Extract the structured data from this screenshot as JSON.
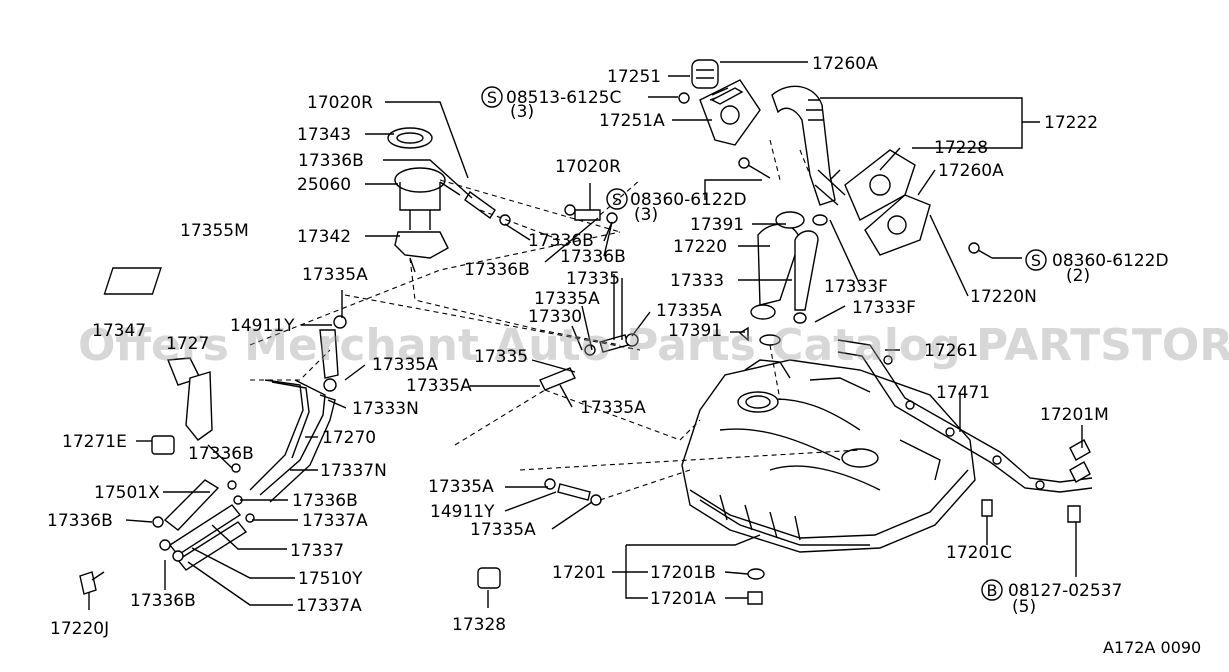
{
  "labels": {
    "p17260A_top": "17260A",
    "p17251": "17251",
    "p08513": "08513-6125C",
    "q3a": "(3)",
    "p17251A": "17251A",
    "p17222": "17222",
    "p17228": "17228",
    "p17260A_mid": "17260A",
    "p08360_a": "08360-6122D",
    "q3b": "(3)",
    "p17391_a": "17391",
    "p17220": "17220",
    "p17333": "17333",
    "p17333F_a": "17333F",
    "p08360_b": "08360-6122D",
    "q2": "(2)",
    "p17220N": "17220N",
    "p17333F_b": "17333F",
    "p17020R_a": "17020R",
    "p17343": "17343",
    "p17336B_a": "17336B",
    "p25060": "25060",
    "p17342": "17342",
    "p17355M": "17355M",
    "p17020R_b": "17020R",
    "p17336B_b": "17336B",
    "p17336B_c": "17336B",
    "p17336B_d": "17336B",
    "p17335": "17335",
    "p17335A_a": "17335A",
    "p17335A_b": "17335A",
    "p17330": "17330",
    "p17335A_c": "17335A",
    "p17391_b": "17391",
    "p14911Y_a": "14911Y",
    "p17335A_d": "17335A",
    "p17335_b": "17335",
    "p17335A_e": "17335A",
    "p17335A_f": "17335A",
    "p17333N": "17333N",
    "p17270": "17270",
    "p17337N": "17337N",
    "p17336B_e": "17336B",
    "p17337A_a": "17337A",
    "p17337": "17337",
    "p17510Y": "17510Y",
    "p17337A_b": "17337A",
    "p17336B_f": "17336B",
    "p17220J": "17220J",
    "p17501X": "17501X",
    "p17336B_g": "17336B",
    "p17271E": "17271E",
    "p17336B_h": "17336B",
    "p17347": "17347",
    "p1727x": "1727",
    "p17335A_g": "17335A",
    "p14911Y_b": "14911Y",
    "p17335A_h": "17335A",
    "p17328": "17328",
    "p17201": "17201",
    "p17201B": "17201B",
    "p17201A": "17201A",
    "p17471": "17471",
    "p17261": "17261",
    "p17201M": "17201M",
    "p17201C": "17201C",
    "p08127": "08127-02537",
    "q5": "(5)",
    "s_mark": "S",
    "b_mark": "B",
    "ref_code": "A172A 0090"
  },
  "watermark": "Offers Merchant Auto Parts Catalog PARTSTORE.SA"
}
